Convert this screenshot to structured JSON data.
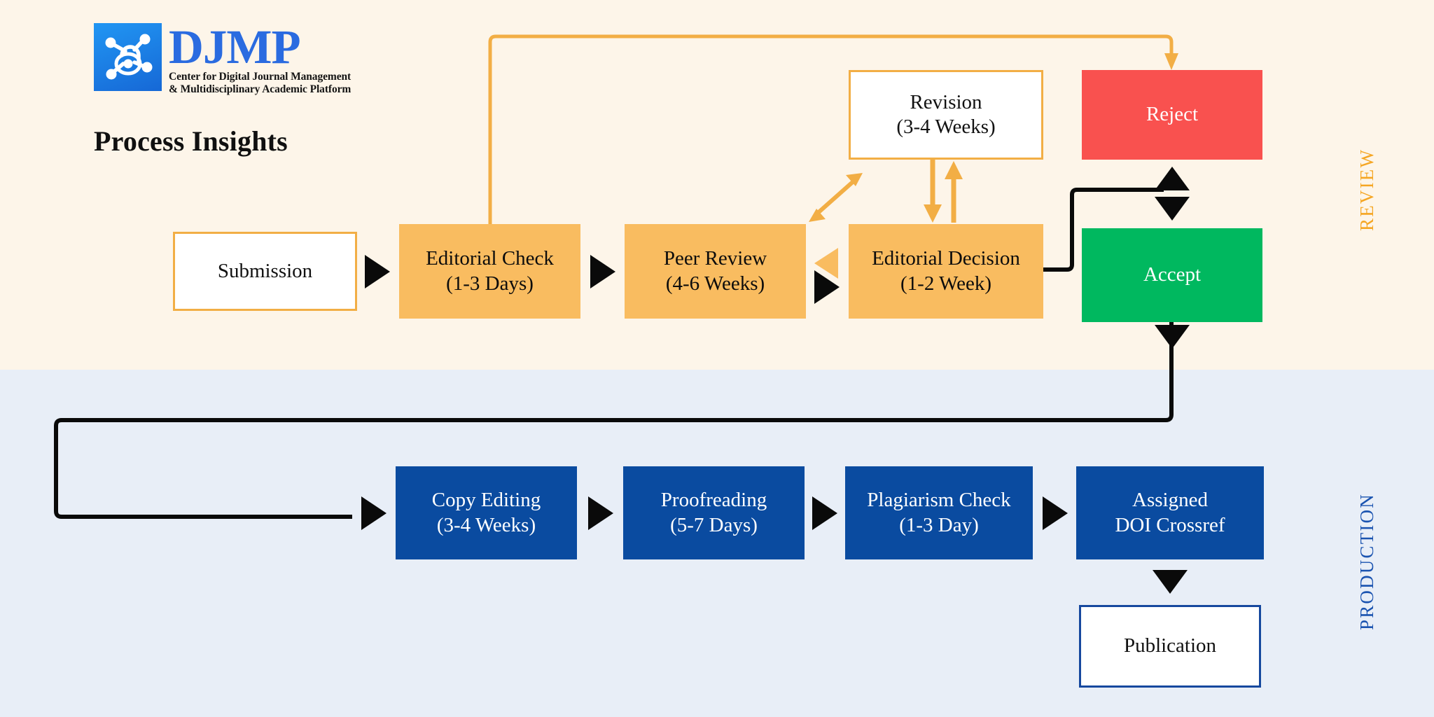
{
  "brand": {
    "wordmark": "DJMP",
    "tagline_line1": "Center for Digital Journal Management",
    "tagline_line2": "& Multidisciplinary Academic Platform",
    "logo_icon": "molecule-network-icon"
  },
  "page_title": "Process Insights",
  "bands": [
    {
      "key": "review",
      "label": "REVIEW",
      "bg": "#FDF5E9",
      "accent": "#F5A623"
    },
    {
      "key": "production",
      "label": "PRODUCTION",
      "bg": "#E8EEF7",
      "accent": "#1A53B0"
    }
  ],
  "review_nodes": [
    {
      "title": "Submission",
      "duration": "",
      "style": "orange-hollow"
    },
    {
      "title": "Editorial Check",
      "duration": "(1-3 Days)",
      "style": "orange-fill"
    },
    {
      "title": "Peer Review",
      "duration": "(4-6 Weeks)",
      "style": "orange-fill"
    },
    {
      "title": "Editorial Decision",
      "duration": "(1-2 Week)",
      "style": "orange-fill"
    },
    {
      "title": "Revision",
      "duration": "(3-4 Weeks)",
      "style": "orange-hollow"
    },
    {
      "title": "Reject",
      "duration": "",
      "style": "red-fill"
    },
    {
      "title": "Accept",
      "duration": "",
      "style": "green-fill"
    }
  ],
  "production_nodes": [
    {
      "title": "Copy Editing",
      "duration": "(3-4 Weeks)",
      "style": "blue-fill"
    },
    {
      "title": "Proofreading",
      "duration": "(5-7 Days)",
      "style": "blue-fill"
    },
    {
      "title": "Plagiarism Check",
      "duration": "(1-3 Day)",
      "style": "blue-fill"
    },
    {
      "title": "Assigned",
      "duration": "DOI Crossref",
      "style": "blue-fill"
    },
    {
      "title": "Publication",
      "duration": "",
      "style": "blue-hollow"
    }
  ],
  "colors": {
    "orange_fill": "#F9BC60",
    "orange_line": "#F2AE45",
    "reject_red": "#F9514F",
    "accept_green": "#00B85F",
    "production_blue": "#0A4BA0",
    "publication_border": "#16489E",
    "arrow_black": "#0A0A0A",
    "brand_blue": "#2A6BE0"
  },
  "connectors": [
    {
      "name": "editorial-check-to-reject-loop",
      "color": "#F2AE45",
      "shape": "up-right-down-arrow"
    },
    {
      "name": "revision-to-editorial-decision",
      "color": "#F2AE45",
      "shape": "down-arrow"
    },
    {
      "name": "editorial-decision-to-revision",
      "color": "#F2AE45",
      "shape": "up-arrow"
    },
    {
      "name": "peer-review-revision-double",
      "color": "#F2AE45",
      "shape": "diagonal-double-arrow"
    },
    {
      "name": "editorial-decision-to-accept",
      "color": "#0A0A0A",
      "shape": "elbow"
    },
    {
      "name": "accept-to-copy-editing-loop",
      "color": "#0A0A0A",
      "shape": "down-left-down-right"
    }
  ]
}
